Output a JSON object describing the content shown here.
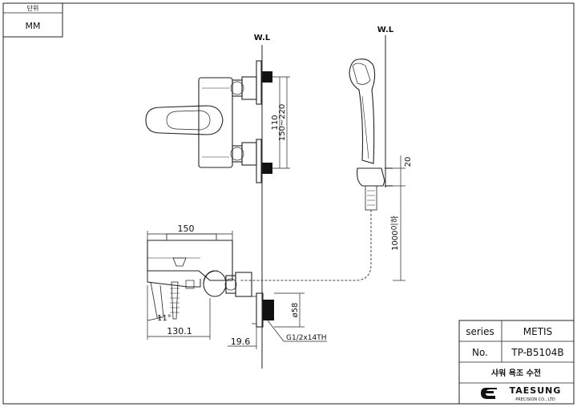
{
  "unit_box": {
    "label": "단위",
    "value": "MM"
  },
  "waterline_labels": [
    "W.L",
    "W.L"
  ],
  "dimensions": {
    "width_150": "150",
    "spacing_110": "110",
    "spacing_range": "150~220",
    "hose_length": "1000이하",
    "hook_20": "20",
    "diameter_58": "ø58",
    "depth_130": "130.1",
    "angle": "11°",
    "offset_19": "19.6",
    "thread": "G1/2x14TH"
  },
  "title_block": {
    "series_label": "series",
    "series_value": "METIS",
    "no_label": "No.",
    "no_value": "TP-B5104B",
    "product_name": "샤워 욕조 수전",
    "company": "TAESUNG",
    "company_sub": "PRECISION CO., LTD"
  }
}
